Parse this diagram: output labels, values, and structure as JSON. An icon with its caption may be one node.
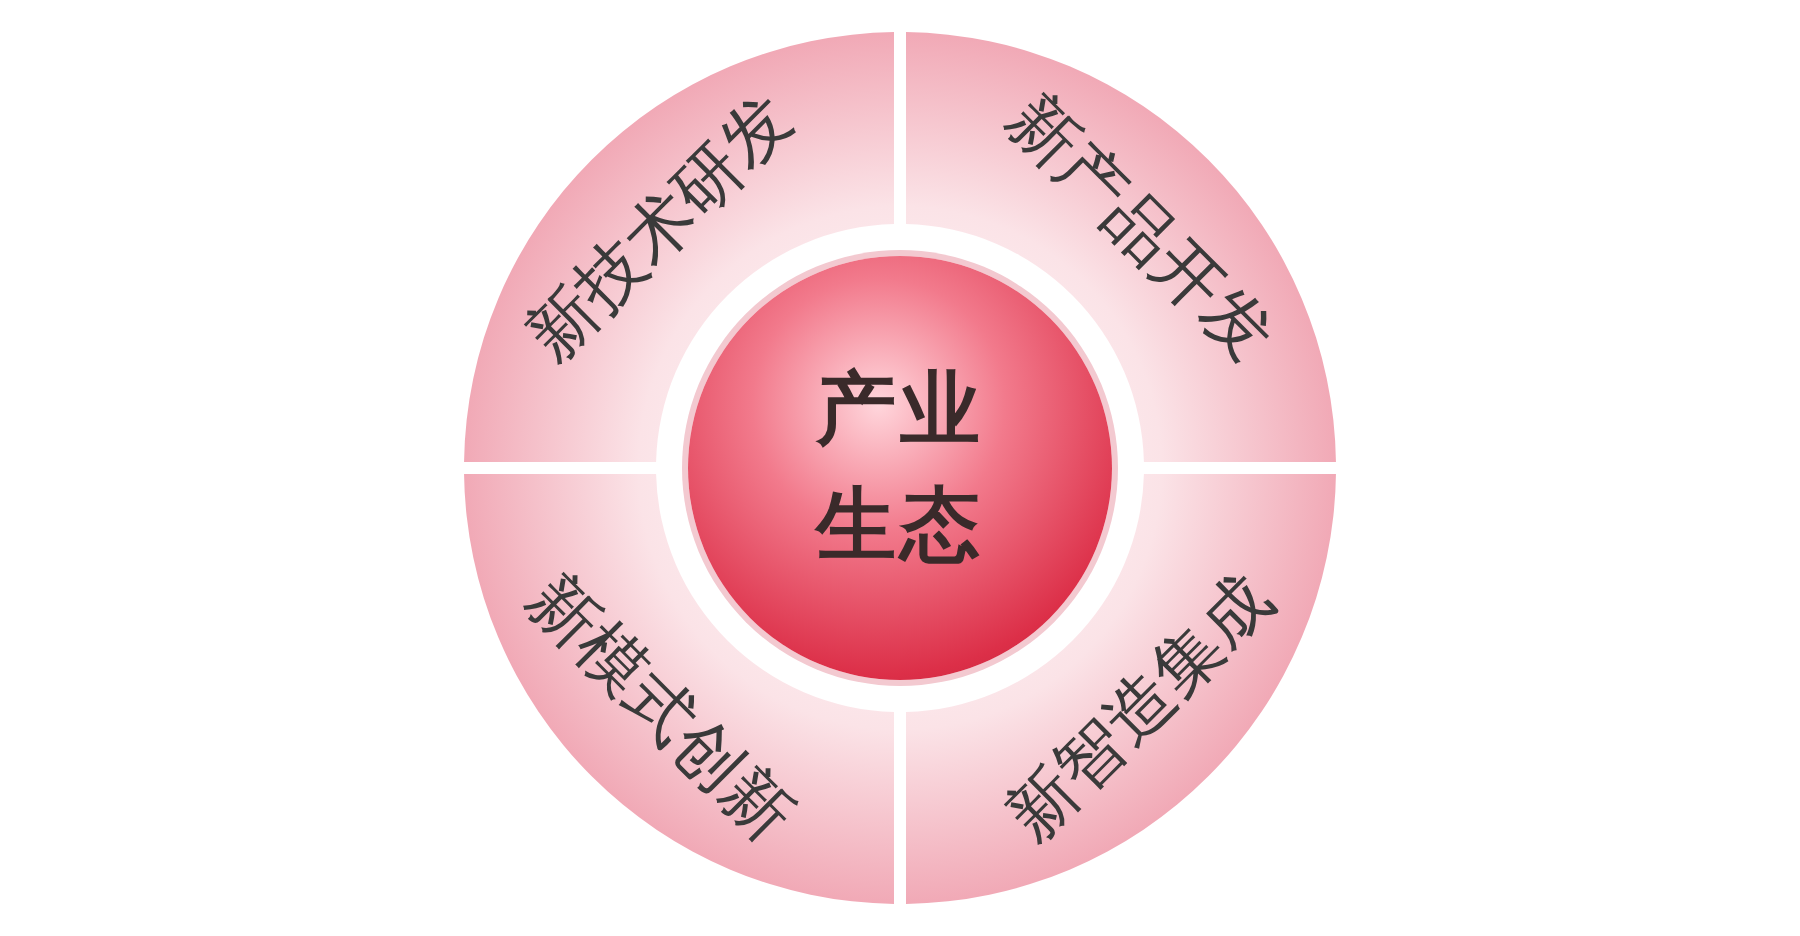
{
  "diagram": {
    "nodes": [
      {
        "text": [
          "新技术研发"
        ]
      },
      {
        "text": [
          "新产品开发"
        ]
      },
      {
        "text": [
          "产业生态"
        ]
      },
      {
        "text": [
          "新模式创新"
        ]
      },
      {
        "text": [
          "新智造集成"
        ]
      }
    ]
  }
}
